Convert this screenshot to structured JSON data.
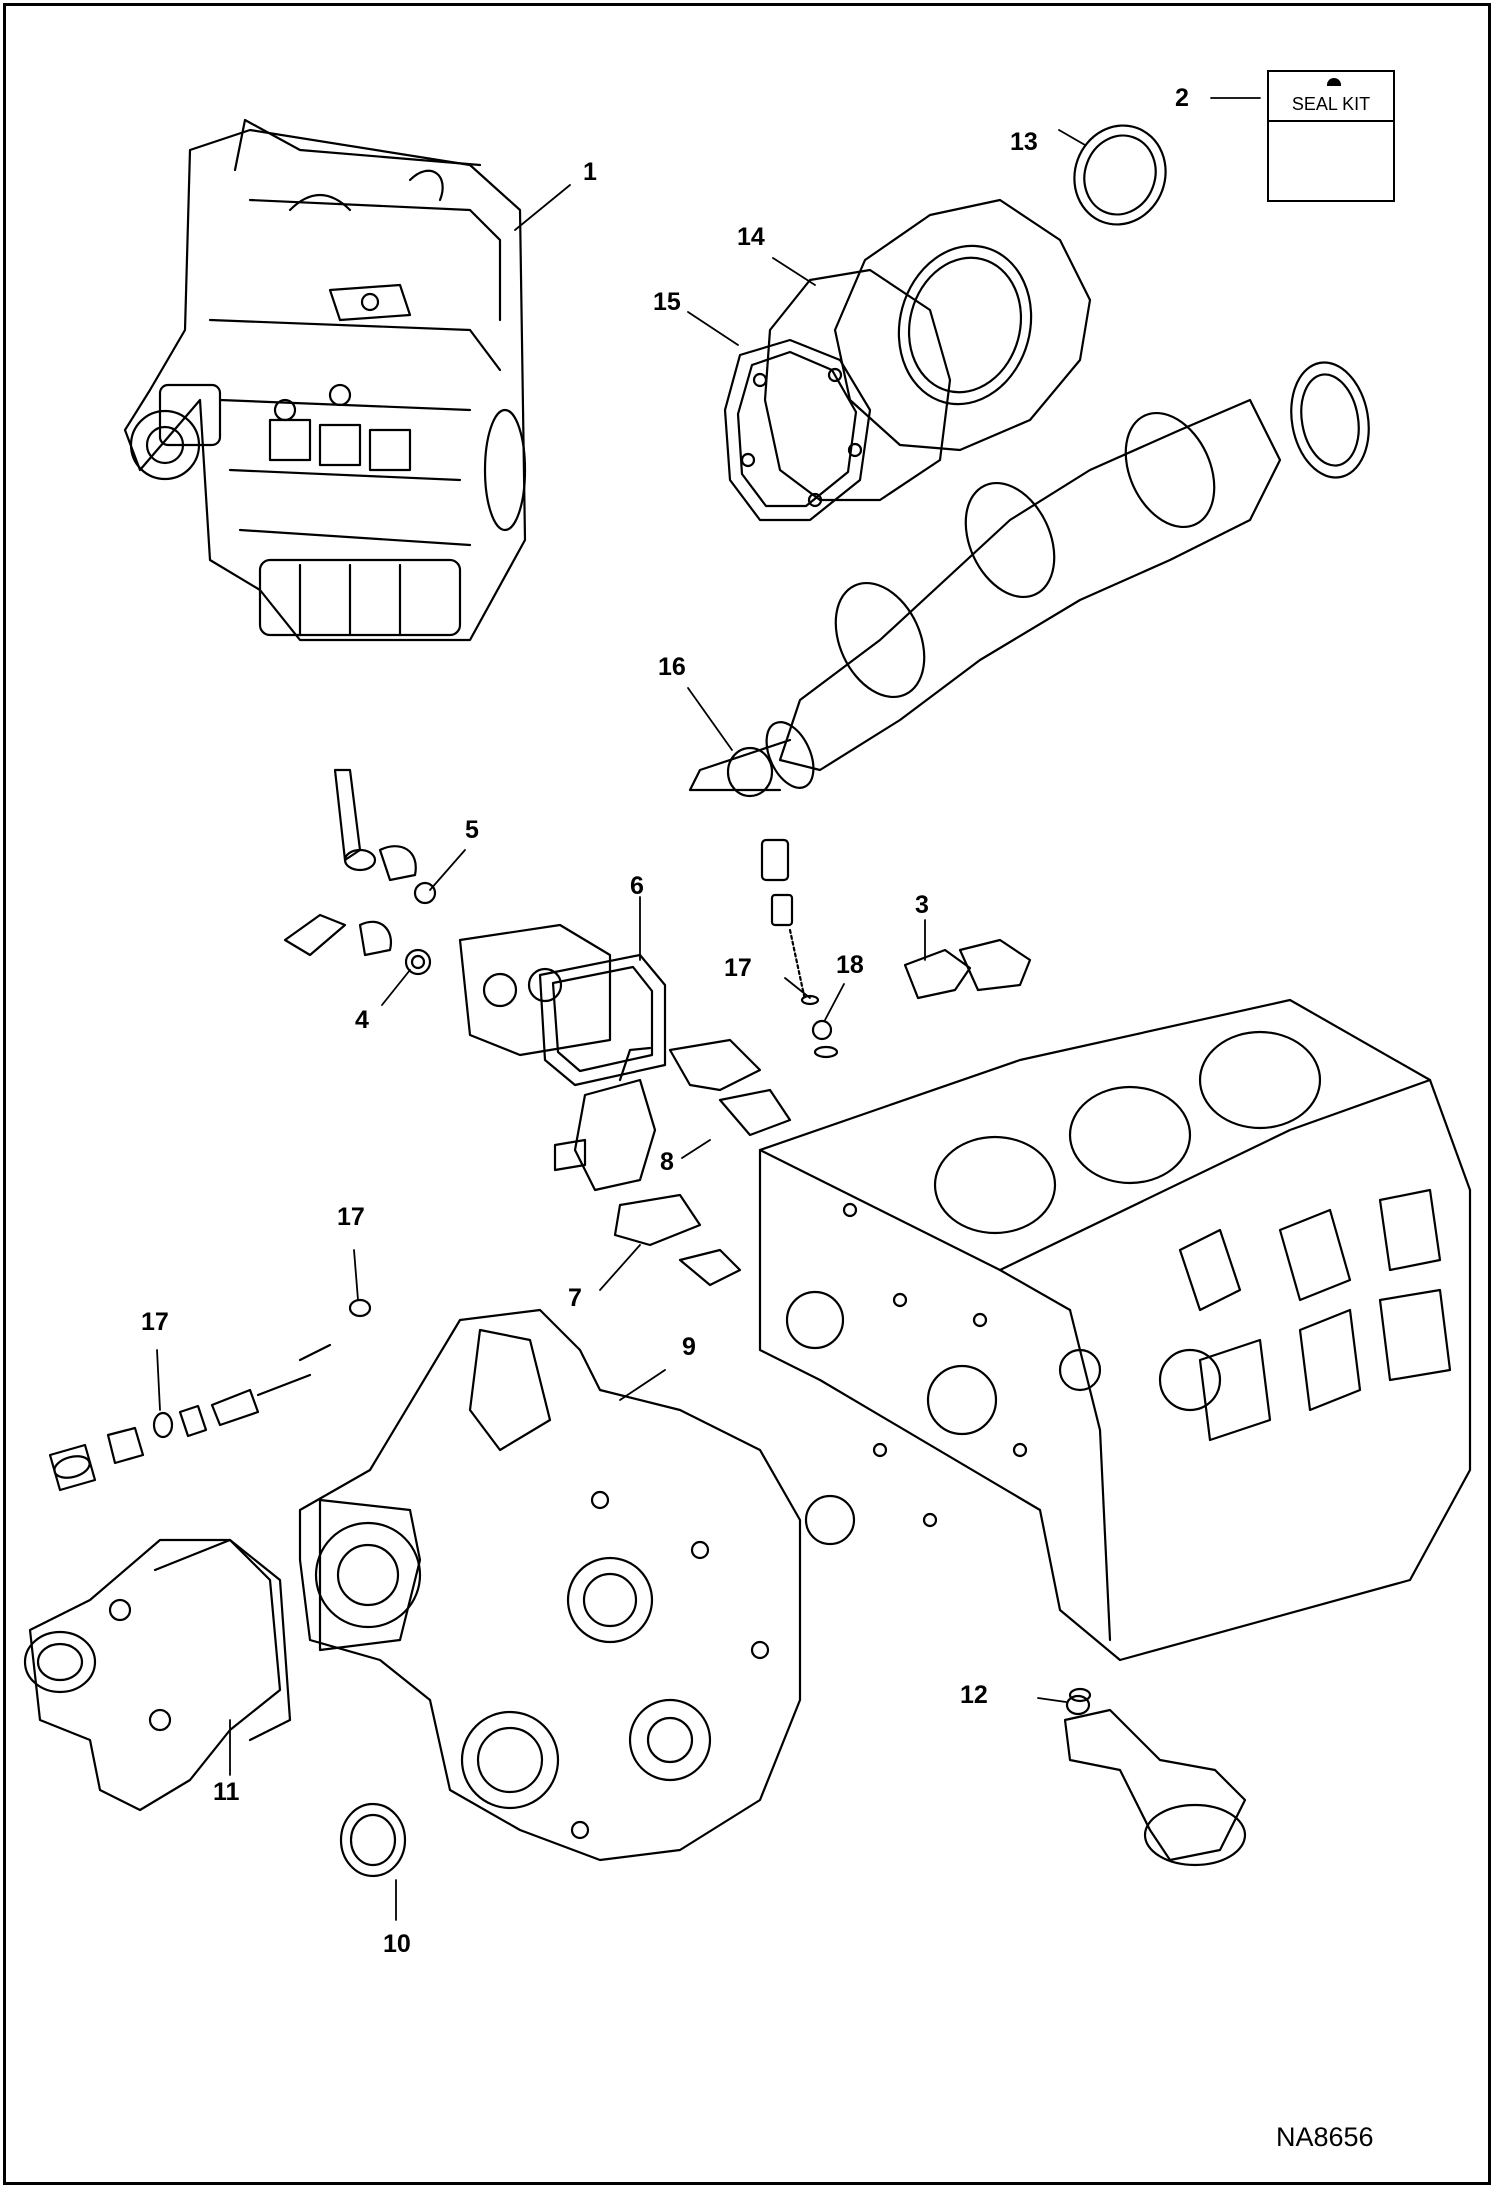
{
  "callouts": {
    "c1": "1",
    "c2": "2",
    "c3": "3",
    "c4": "4",
    "c5": "5",
    "c6": "6",
    "c7": "7",
    "c8": "8",
    "c9": "9",
    "c10": "10",
    "c11": "11",
    "c12": "12",
    "c13": "13",
    "c14": "14",
    "c15": "15",
    "c16": "16",
    "c17a": "17",
    "c17b": "17",
    "c17c": "17",
    "c18": "18"
  },
  "seal_kit": {
    "label": "SEAL KIT",
    "icon": "o-rings-icon"
  },
  "drawing_code": "NA8656",
  "colors": {
    "ink": "#000000",
    "paper": "#ffffff"
  }
}
